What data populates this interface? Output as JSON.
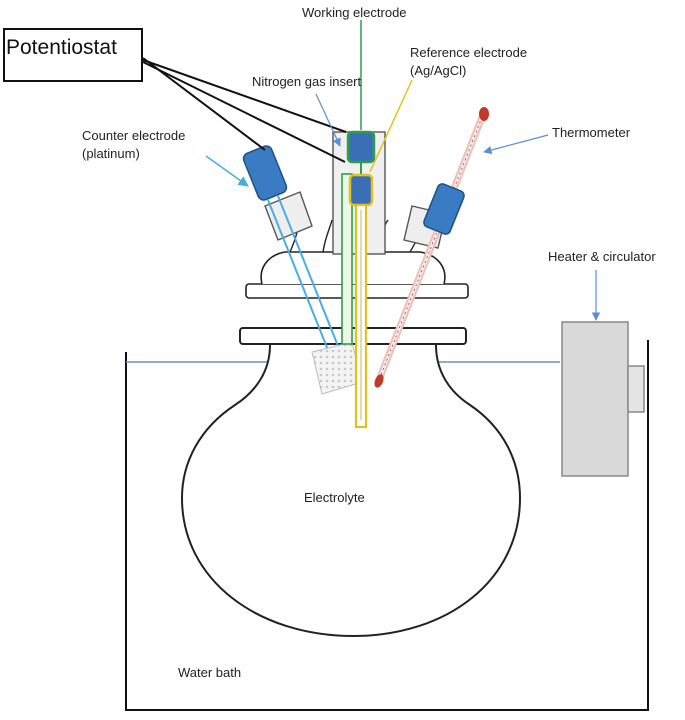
{
  "title": "",
  "labels": {
    "potentiostat": "Potentiostat",
    "working_electrode": "Working electrode",
    "reference_electrode_line1": "Reference electrode",
    "reference_electrode_line2": "(Ag/AgCl)",
    "nitrogen_gas_insert": "Nitrogen gas insert",
    "counter_electrode_line1": "Counter electrode",
    "counter_electrode_line2": "(platinum)",
    "thermometer": "Thermometer",
    "heater_circulator": "Heater & circulator",
    "electrolyte": "Electrolyte",
    "water_bath": "Water bath"
  },
  "colors": {
    "counter_electrode": "#3a7cc4",
    "counter_lead": "#48aee0",
    "working_electrode": "#2e9e4a",
    "reference_electrode": "#e0c21a",
    "thermometer_bulb": "#c0392b",
    "water_line": "#6a93c8",
    "heater": "#d9d9d9",
    "pointer_arrow": "#5a8fd0"
  }
}
